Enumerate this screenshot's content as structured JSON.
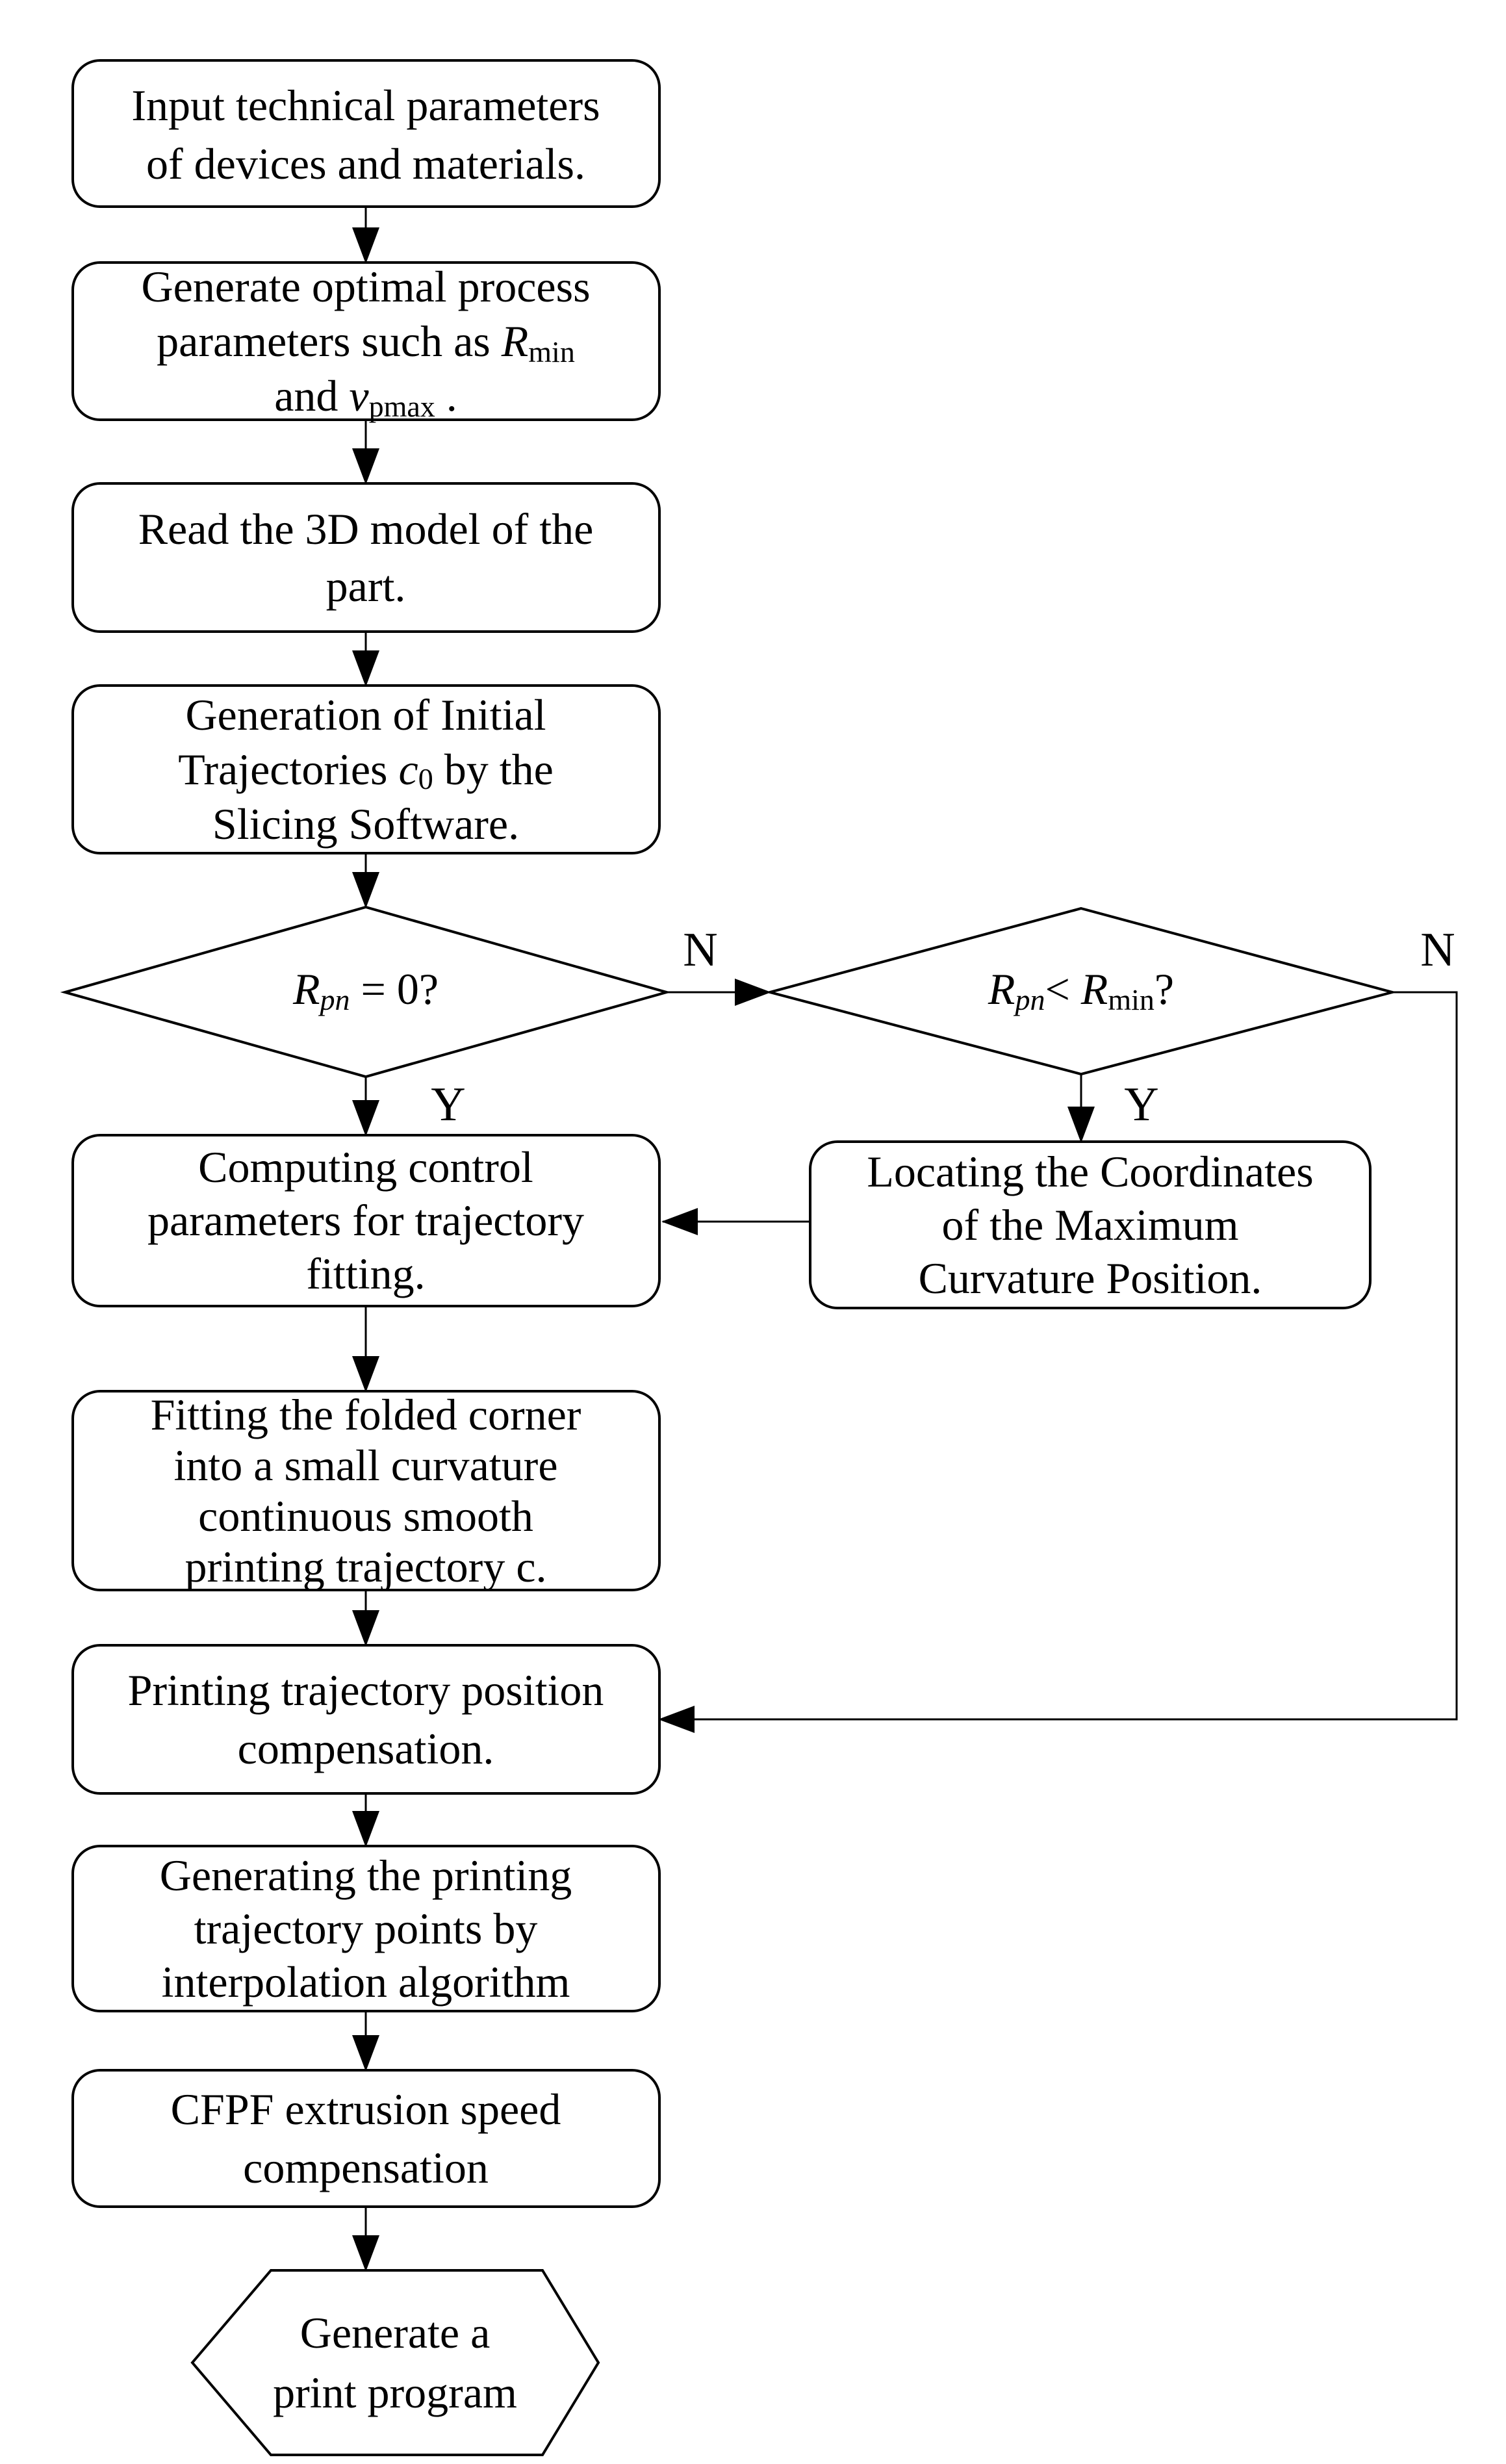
{
  "colors": {
    "stroke": "#000000",
    "text": "#000000",
    "background": "#ffffff"
  },
  "labels": {
    "yes": "Y",
    "no": "N"
  },
  "nodes": {
    "box1": {
      "lines": [
        "Input technical parameters",
        "of devices and materials."
      ]
    },
    "box2": {
      "line1": "Generate optimal process",
      "line2_pre": "parameters such as ",
      "line2_var": "R",
      "line2_sub": "min",
      "line3_pre": "and ",
      "line3_var": "v",
      "line3_sub": "pmax",
      "line3_post": " ."
    },
    "box3": {
      "lines": [
        "Read the 3D model of the",
        "part."
      ]
    },
    "box4": {
      "line1": "Generation of Initial",
      "line2_pre": "Trajectories ",
      "line2_var": "c",
      "line2_sub": "0",
      "line2_post": " by the",
      "line3": "Slicing Software."
    },
    "decision1": {
      "var": "R",
      "sub": "pn",
      "rest": " = 0?"
    },
    "decision2": {
      "var1": "R",
      "sub1": "pn",
      "op": "< ",
      "var2": "R",
      "sub2": "min",
      "rest": "?"
    },
    "computing": {
      "lines": [
        "Computing control",
        "parameters for trajectory",
        "fitting."
      ]
    },
    "locating": {
      "lines": [
        "Locating the Coordinates",
        "of the Maximum",
        "Curvature Position."
      ]
    },
    "fitting": {
      "lines": [
        "Fitting the folded corner",
        "into a small curvature",
        "continuous smooth",
        "printing trajectory c."
      ]
    },
    "printing": {
      "lines": [
        "Printing trajectory position",
        "compensation."
      ]
    },
    "generating": {
      "lines": [
        "Generating the printing",
        "trajectory points by",
        "interpolation algorithm"
      ]
    },
    "cfpf": {
      "lines": [
        "CFPF extrusion speed",
        "compensation"
      ]
    },
    "terminal": {
      "lines": [
        "Generate a",
        "print program"
      ]
    }
  }
}
